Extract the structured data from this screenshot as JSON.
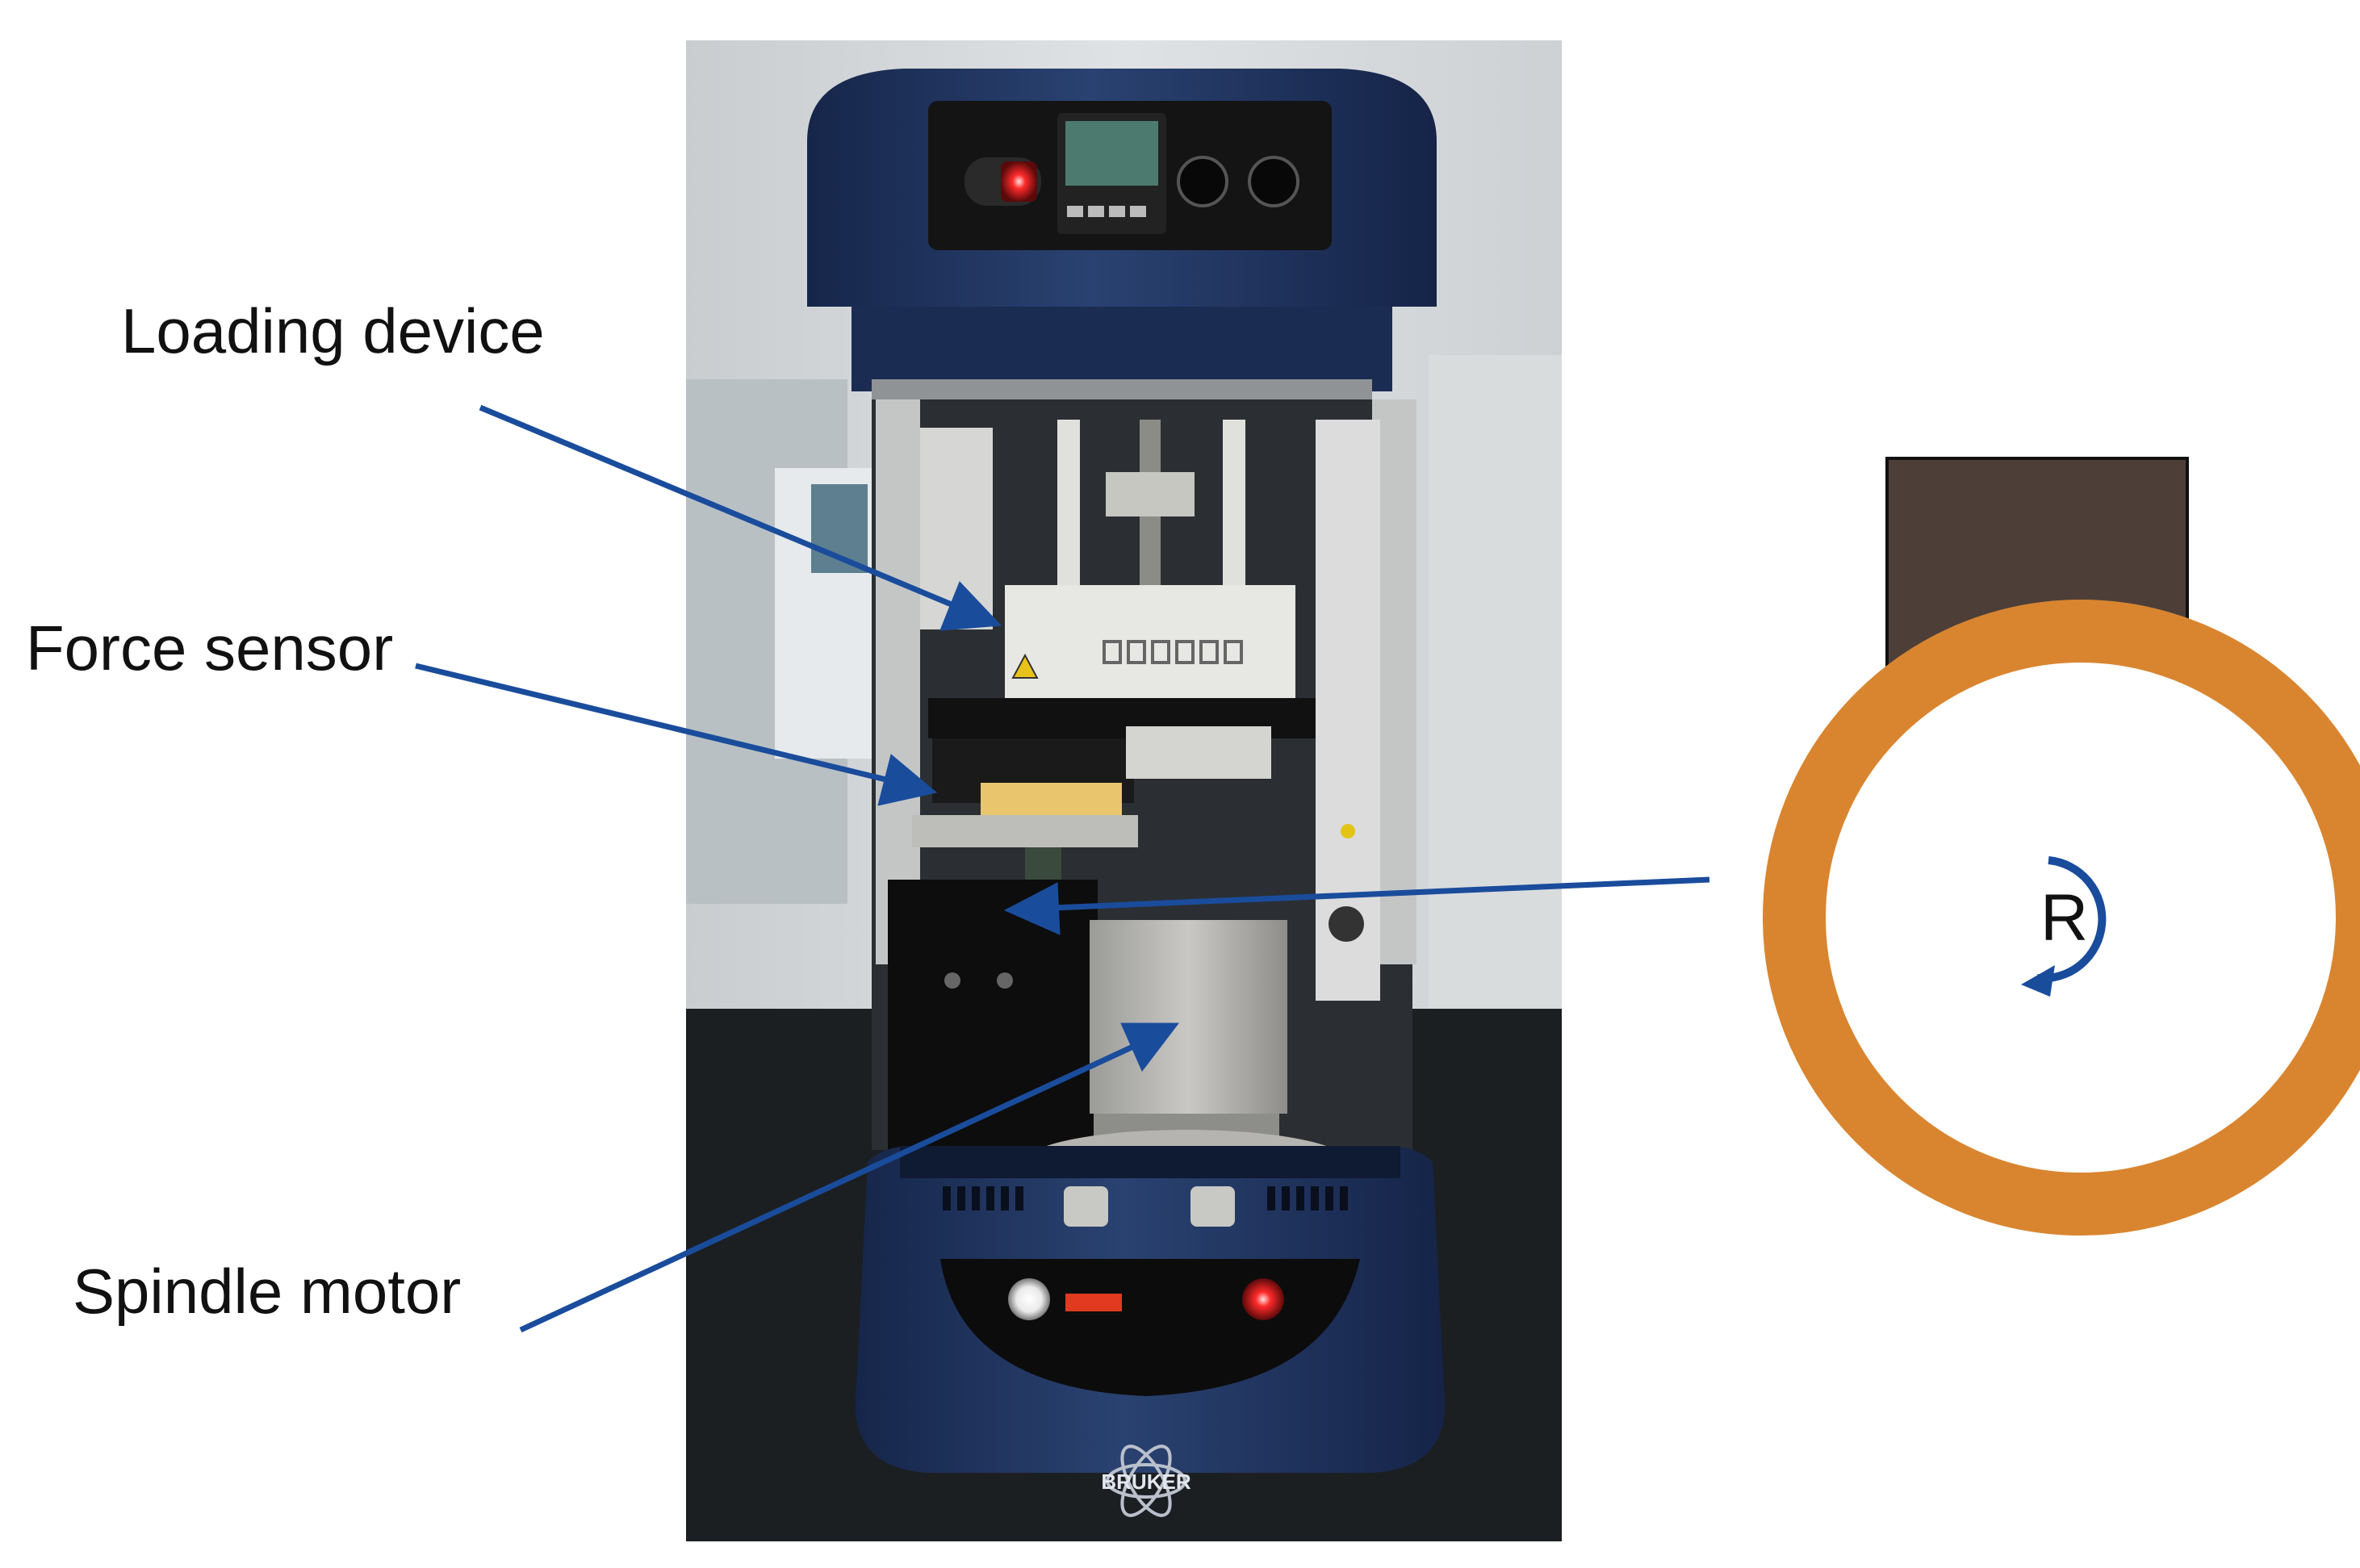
{
  "labels": {
    "loading_device": "Loading device",
    "force_sensor": "Force sensor",
    "spindle_motor": "Spindle motor",
    "rotation": "R"
  },
  "brand": "BRUKER",
  "colors": {
    "arrow": "#1a4c9c",
    "ring": "#d98530",
    "block": "#4d3f38",
    "machine_body": "#1f3358"
  }
}
